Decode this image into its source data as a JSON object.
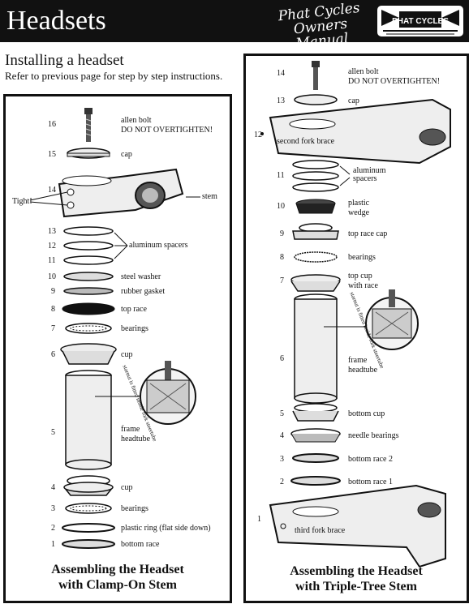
{
  "header": {
    "title": "Headsets",
    "brand_line1": "Phat Cycles",
    "brand_line2": "Owners Manual",
    "logo_text": "PHAT CYCLES"
  },
  "intro": {
    "heading": "Installing a headset",
    "subtext": "Refer to previous page for step by step instructions."
  },
  "left_panel": {
    "caption_line1": "Assembling the Headset",
    "caption_line2": "with Clamp-On Stem",
    "inset_text": "starnut is fitted inside fork steertube",
    "tight_label": "Tight!",
    "parts": [
      {
        "num": "16",
        "label": "allen bolt",
        "label2": "DO NOT OVERTIGHTEN!"
      },
      {
        "num": "15",
        "label": "cap"
      },
      {
        "num": "14",
        "label": "stem"
      },
      {
        "num": "13",
        "label": "aluminum spacers"
      },
      {
        "num": "12",
        "label": ""
      },
      {
        "num": "11",
        "label": ""
      },
      {
        "num": "10",
        "label": "steel washer"
      },
      {
        "num": "9",
        "label": "rubber gasket"
      },
      {
        "num": "8",
        "label": "top race"
      },
      {
        "num": "7",
        "label": "bearings"
      },
      {
        "num": "6",
        "label": "cup"
      },
      {
        "num": "5",
        "label": "frame",
        "label2": "headtube"
      },
      {
        "num": "4",
        "label": "cup"
      },
      {
        "num": "3",
        "label": "bearings"
      },
      {
        "num": "2",
        "label": "plastic ring (flat side down)"
      },
      {
        "num": "1",
        "label": "bottom race"
      }
    ]
  },
  "right_panel": {
    "caption_line1": "Assembling the Headset",
    "caption_line2": "with Triple-Tree Stem",
    "inset_text": "starnut is fitted inside fork steertube",
    "parts": [
      {
        "num": "14",
        "label": "allen bolt",
        "label2": "DO NOT OVERTIGHTEN!"
      },
      {
        "num": "13",
        "label": "cap"
      },
      {
        "num": "12",
        "label": "second fork brace"
      },
      {
        "num": "11",
        "label": "aluminum",
        "label2": "spacers"
      },
      {
        "num": "10",
        "label": "plastic",
        "label2": "wedge"
      },
      {
        "num": "9",
        "label": "top race cap"
      },
      {
        "num": "8",
        "label": "bearings"
      },
      {
        "num": "7",
        "label": "top cup",
        "label2": "with race"
      },
      {
        "num": "6",
        "label": "frame",
        "label2": "headtube"
      },
      {
        "num": "5",
        "label": "bottom cup"
      },
      {
        "num": "4",
        "label": "needle bearings"
      },
      {
        "num": "3",
        "label": "bottom race 2"
      },
      {
        "num": "2",
        "label": "bottom race 1"
      },
      {
        "num": "1",
        "label": "third fork brace"
      }
    ]
  }
}
